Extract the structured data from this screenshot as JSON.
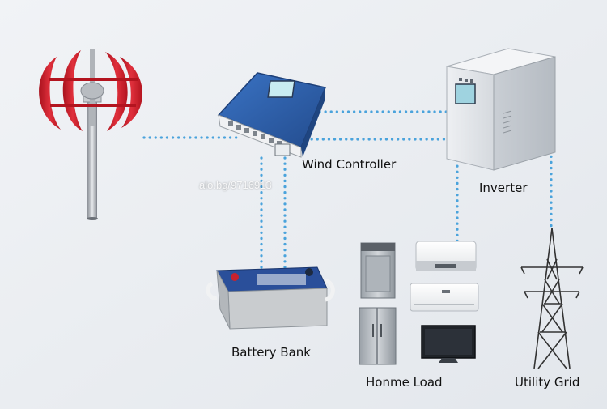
{
  "labels": {
    "wind_controller": "Wind Controller",
    "inverter": "Inverter",
    "battery_bank": "Battery Bank",
    "home_load": "Honme Load",
    "utility_grid": "Utility Grid"
  },
  "watermark": "alo.bg/9716913",
  "colors": {
    "background": "#eaedf2",
    "connection_line": "#4aa3dc",
    "turbine_red": "#d21f2c",
    "controller_blue": "#2f5fa8",
    "inverter_body": "#dfe3e8",
    "battery_body": "#c9cccf",
    "battery_lid": "#2a4f9a",
    "tower": "#333333"
  },
  "icons": [
    "wind-turbine-icon",
    "wind-controller-icon",
    "inverter-icon",
    "battery-icon",
    "washing-machine-icon",
    "refrigerator-icon",
    "water-heater-icon",
    "air-conditioner-icon",
    "television-icon",
    "transmission-tower-icon"
  ]
}
